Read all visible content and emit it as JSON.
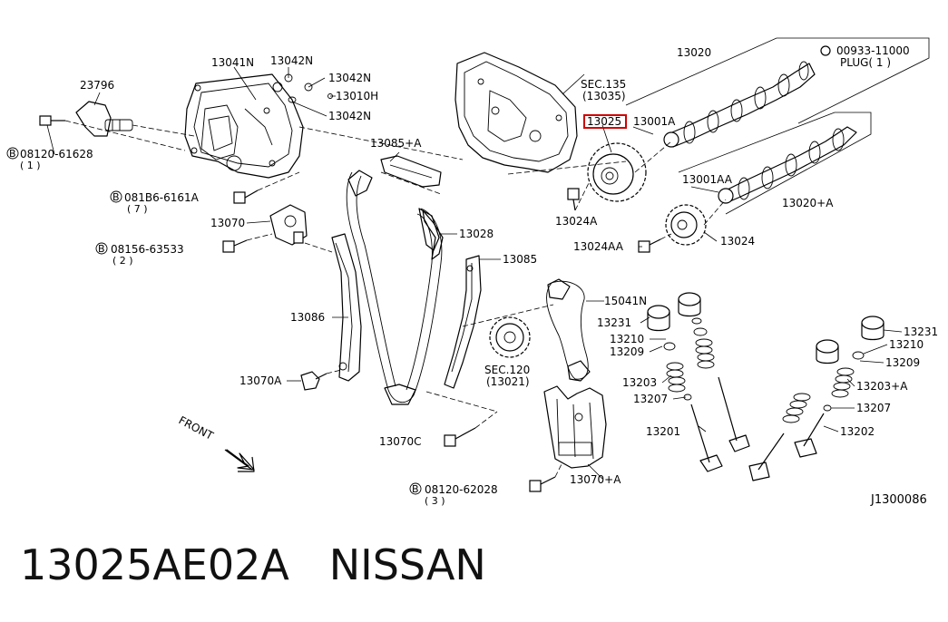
{
  "labels": {
    "p13041N": "13041N",
    "p13042N_a": "13042N",
    "p13042N_b": "13042N",
    "p13010H": "13010H",
    "p13042N_c": "13042N",
    "p23796": "23796",
    "b08120_61628": "08120-61628",
    "q1": "( 1 )",
    "b081B6_6161A": "081B6-6161A",
    "q7": "( 7 )",
    "p13070": "13070",
    "b08156_63533": "08156-63533",
    "q2": "( 2 )",
    "p13086": "13086",
    "p13070A": "13070A",
    "p13085A": "13085+A",
    "p13028": "13028",
    "p13085": "13085",
    "sec120": "SEC.120",
    "sec120sub": "(13021)",
    "p13070C": "13070C",
    "b08120_62028": "08120-62028",
    "q3": "( 3 )",
    "p13070A2": "13070+A",
    "sec135": "SEC.135",
    "sec135sub": "(13035)",
    "p13025": "13025",
    "p13001A": "13001A",
    "p13020": "13020",
    "p00933": "00933-11000",
    "plug": "PLUG( 1 )",
    "p13001AA": "13001AA",
    "p13020A": "13020+A",
    "p13024A": "13024A",
    "p13024AA": "13024AA",
    "p13024": "13024",
    "p15041N": "15041N",
    "p13231_a": "13231",
    "p13210_a": "13210",
    "p13209_a": "13209",
    "p13203": "13203",
    "p13207_a": "13207",
    "p13201": "13201",
    "p13231_b": "13231",
    "p13210_b": "13210",
    "p13209_b": "13209",
    "p13203A": "13203+A",
    "p13207_b": "13207",
    "p13202": "13202",
    "front": "FRONT",
    "bolt_mark": "B"
  },
  "diagram_code": "J1300086",
  "caption": "13025AE02A   NISSAN",
  "highlight_color": "#d00000"
}
